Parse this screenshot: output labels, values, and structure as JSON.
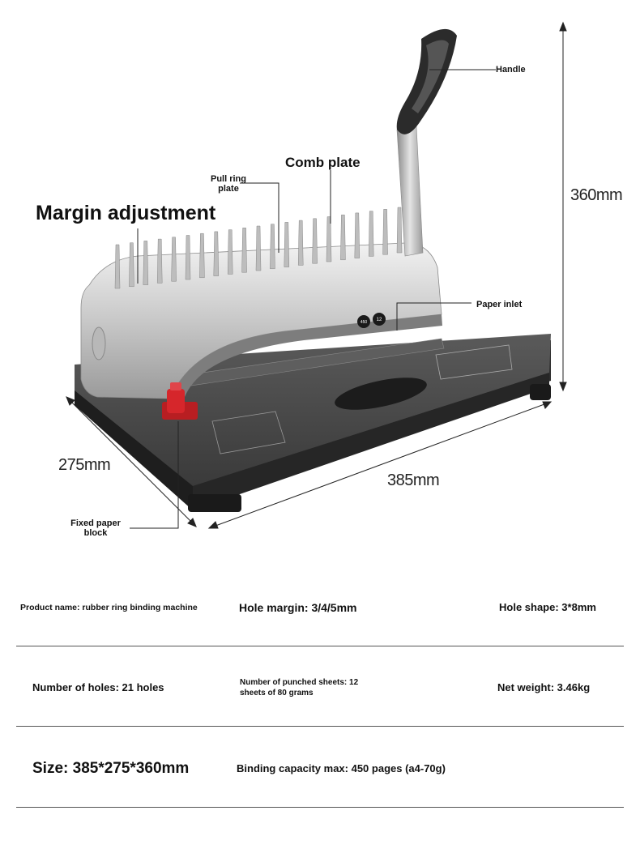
{
  "callouts": {
    "handle": "Handle",
    "comb_plate": "Comb plate",
    "pull_ring_plate": "Pull ring plate",
    "margin_adjustment": "Margin adjustment",
    "paper_inlet": "Paper inlet",
    "fixed_paper_block": "Fixed paper block"
  },
  "dimensions": {
    "height": "360mm",
    "depth": "275mm",
    "width": "385mm"
  },
  "machine_badges": {
    "capacity": "450",
    "sheets": "12"
  },
  "specs": {
    "product_name": "Product name: rubber ring binding machine",
    "hole_margin": "Hole margin: 3/4/5mm",
    "hole_shape": "Hole shape: 3*8mm",
    "number_of_holes": "Number of holes: 21 holes",
    "punched_sheets": "Number of punched sheets: 12 sheets of 80 grams",
    "net_weight": "Net weight: 3.46kg",
    "size": "Size: 385*275*360mm",
    "binding_capacity": "Binding capacity max: 450 pages (a4-70g)"
  },
  "colors": {
    "base": "#4a4a4a",
    "body_silver": "#c9c9c9",
    "knob_red": "#d6262b",
    "handle_dark": "#2b2b2b"
  }
}
